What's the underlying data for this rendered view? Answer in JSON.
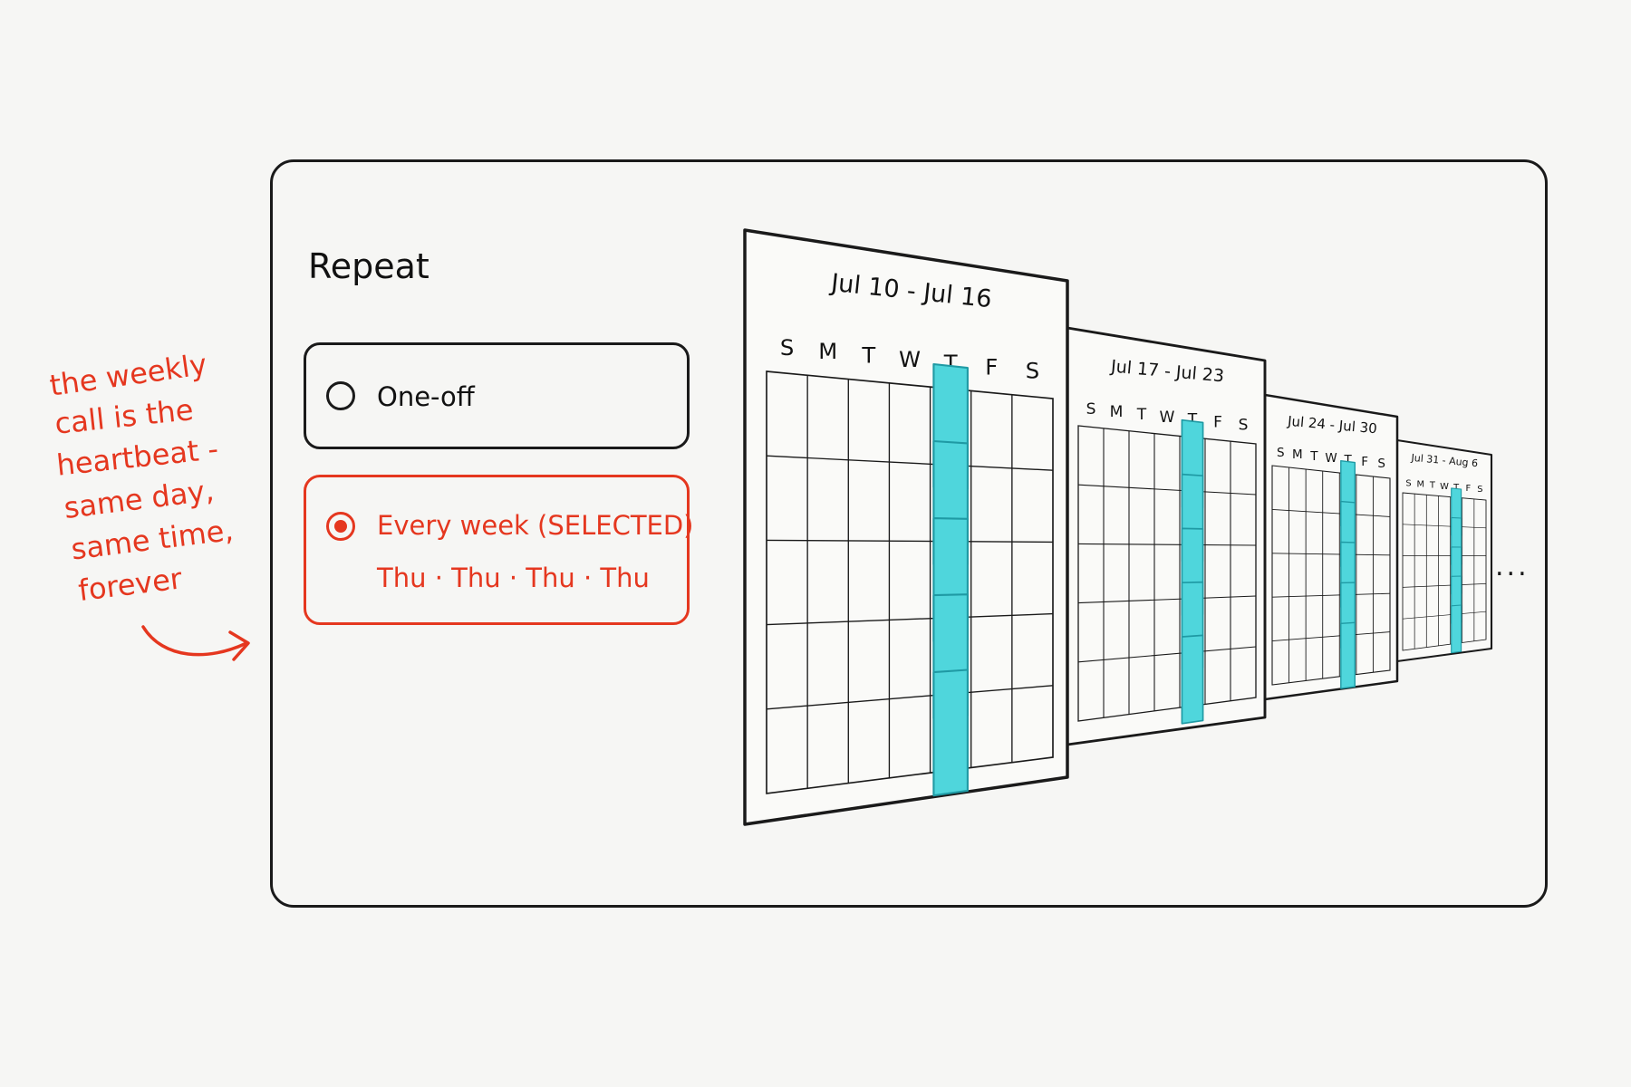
{
  "annotation": {
    "lines": [
      "the weekly",
      "call is the",
      "heartbeat -",
      "same day,",
      "same time,",
      "forever"
    ]
  },
  "repeat": {
    "title": "Repeat",
    "options": [
      {
        "label": "One-off",
        "selected": false
      },
      {
        "label": "Every week (SELECTED)",
        "selected": true,
        "days": "Thu · Thu · Thu · Thu"
      }
    ]
  },
  "weeks": [
    {
      "range": "Jul 10 - Jul 16",
      "highlight_day": "T"
    },
    {
      "range": "Jul 17 - Jul 23",
      "highlight_day": "T"
    },
    {
      "range": "Jul 24 - Jul 30",
      "highlight_day": "T"
    },
    {
      "range": "Jul 31 - Aug 6",
      "highlight_day": "T"
    }
  ],
  "day_letters": [
    "S",
    "M",
    "T",
    "W",
    "T",
    "F",
    "S"
  ],
  "more": "...",
  "colors": {
    "accent": "#e5371f",
    "event_fill": "#4fd6dc",
    "event_stroke": "#1f9aa4",
    "ink": "#1a1a1a"
  }
}
